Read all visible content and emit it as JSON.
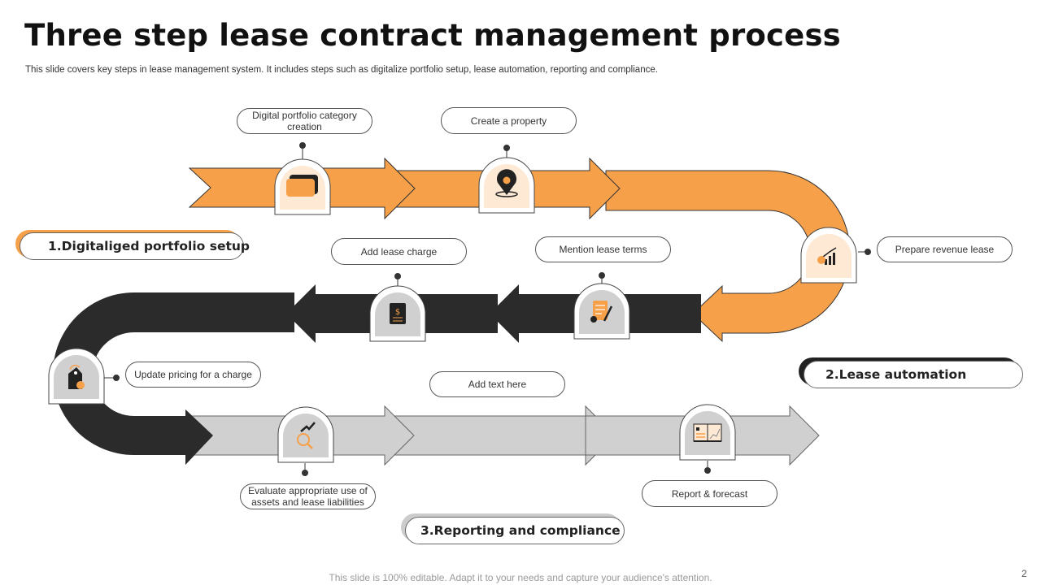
{
  "title": "Three step lease contract management process",
  "subtitle": "This slide covers key steps in lease management system. It includes steps such as digitalize portfolio setup, lease automation, reporting and compliance.",
  "stages": [
    {
      "label": "1.Digitaliged portfolio setup",
      "accent": "#F7A04A"
    },
    {
      "label": "2.Lease automation",
      "accent": "#222222"
    },
    {
      "label": "3.Reporting and compliance",
      "accent": "#CCCCCC"
    }
  ],
  "steps": [
    {
      "label": "Digital portfolio category creation",
      "icon": "wallet-icon"
    },
    {
      "label": "Create a property",
      "icon": "location-pin-icon"
    },
    {
      "label": "Prepare revenue lease",
      "icon": "revenue-chart-icon"
    },
    {
      "label": "Mention lease terms",
      "icon": "contract-pen-icon"
    },
    {
      "label": "Add lease charge",
      "icon": "receipt-icon"
    },
    {
      "label": "Update pricing for a charge",
      "icon": "price-tag-icon"
    },
    {
      "label": "Evaluate appropriate use of assets and lease liabilities",
      "icon": "analysis-magnifier-icon"
    },
    {
      "label": "Add text here",
      "icon": ""
    },
    {
      "label": "Report & forecast",
      "icon": "report-board-icon"
    }
  ],
  "colors": {
    "orange": "#F7A04A",
    "dark": "#2B2B2B",
    "grey": "#D0D0D0"
  },
  "footer": "This slide is 100% editable. Adapt it to your needs and capture your audience's attention.",
  "page_number": "2"
}
